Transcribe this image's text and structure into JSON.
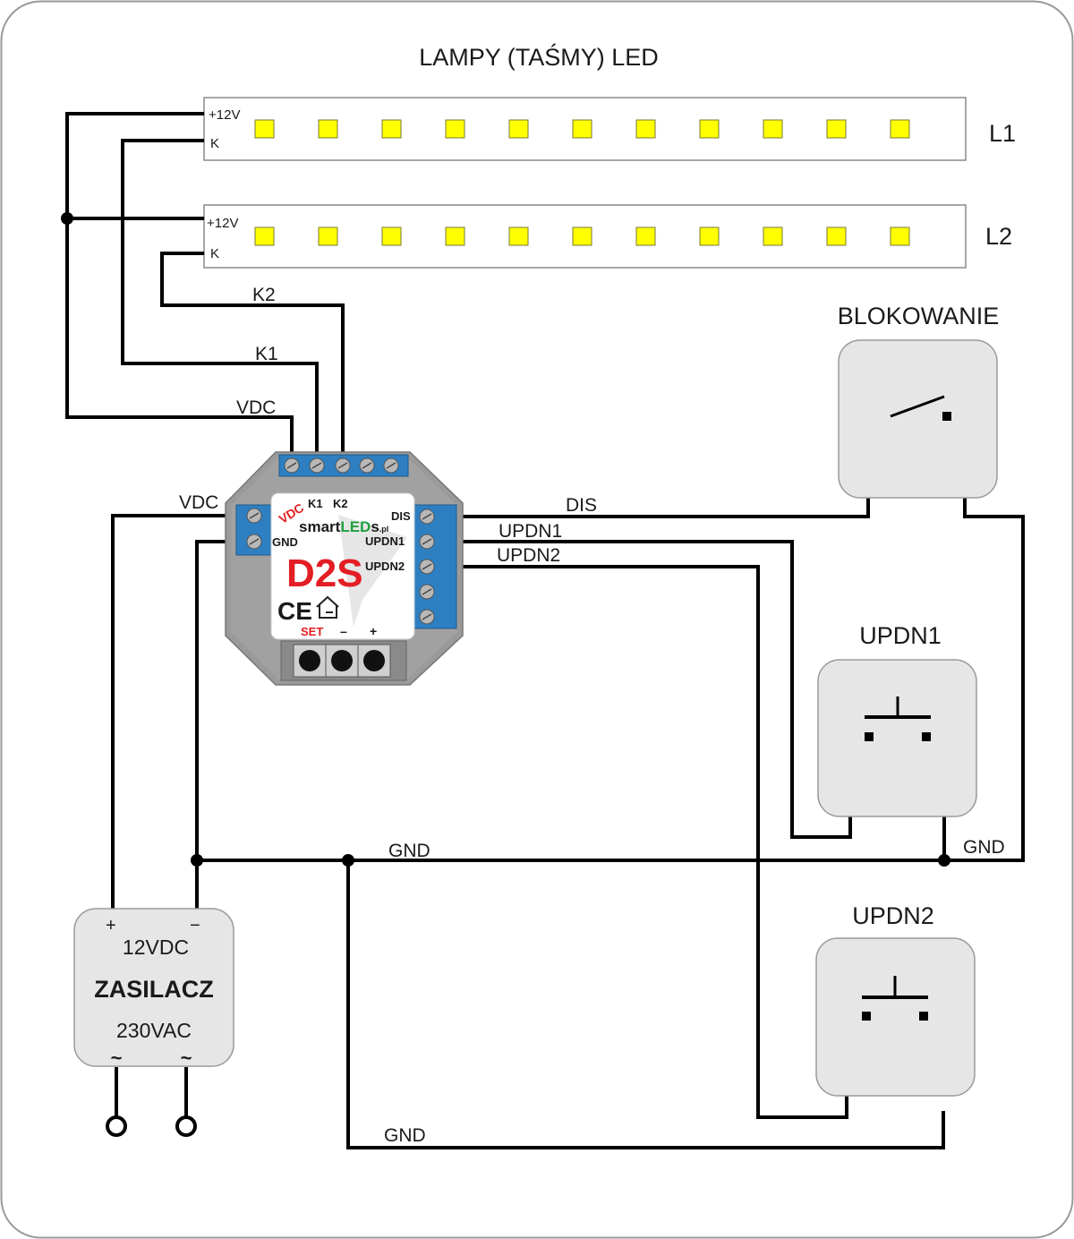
{
  "title": "LAMPY (TAŚMY) LED",
  "strips": [
    {
      "label": "L1",
      "plus": "+12V",
      "k": "K",
      "leds": 11
    },
    {
      "label": "L2",
      "plus": "+12V",
      "k": "K",
      "leds": 11
    }
  ],
  "wire_labels": {
    "k2": "K2",
    "k1": "K1",
    "vdc_top": "VDC",
    "vdc_left": "VDC",
    "dis": "DIS",
    "updn1": "UPDN1",
    "updn2": "UPDN2",
    "gnd_mid": "GND",
    "gnd_right": "GND",
    "gnd_bottom": "GND"
  },
  "controller": {
    "brand_a": "smart",
    "brand_b": "LED",
    "brand_c": "s",
    "brand_d": ".pl",
    "model": "D2S",
    "ce": "CE",
    "terminals_top": [
      "K1",
      "K2"
    ],
    "vdc": "VDC",
    "gnd": "GND",
    "dis": "DIS",
    "updn1": "UPDN1",
    "updn2": "UPDN2",
    "btn_set": "SET",
    "btn_minus": "–",
    "btn_plus": "+",
    "colors": {
      "model": "#e31e24",
      "body": "#9a9a9a",
      "terminal": "#2d7fc1",
      "brand_led": "#1fa040"
    }
  },
  "switches": {
    "blokowanie": "BLOKOWANIE",
    "updn1": "UPDN1",
    "updn2": "UPDN2"
  },
  "psu": {
    "plus": "+",
    "minus": "−",
    "out": "12VDC",
    "name": "ZASILACZ",
    "in": "230VAC",
    "ac1": "~",
    "ac2": "~"
  }
}
